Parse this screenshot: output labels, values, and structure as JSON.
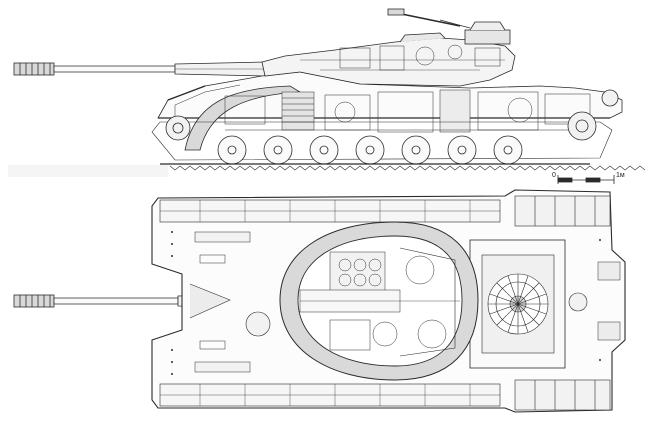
{
  "figure": {
    "line_color": "#2b2b2b",
    "fill_light": "#f2f2f2",
    "fill_mid": "#d9d9d9",
    "views": [
      "side-elevation",
      "top-plan"
    ]
  },
  "scale_bar": {
    "start_label": "0",
    "end_label": "1м"
  }
}
